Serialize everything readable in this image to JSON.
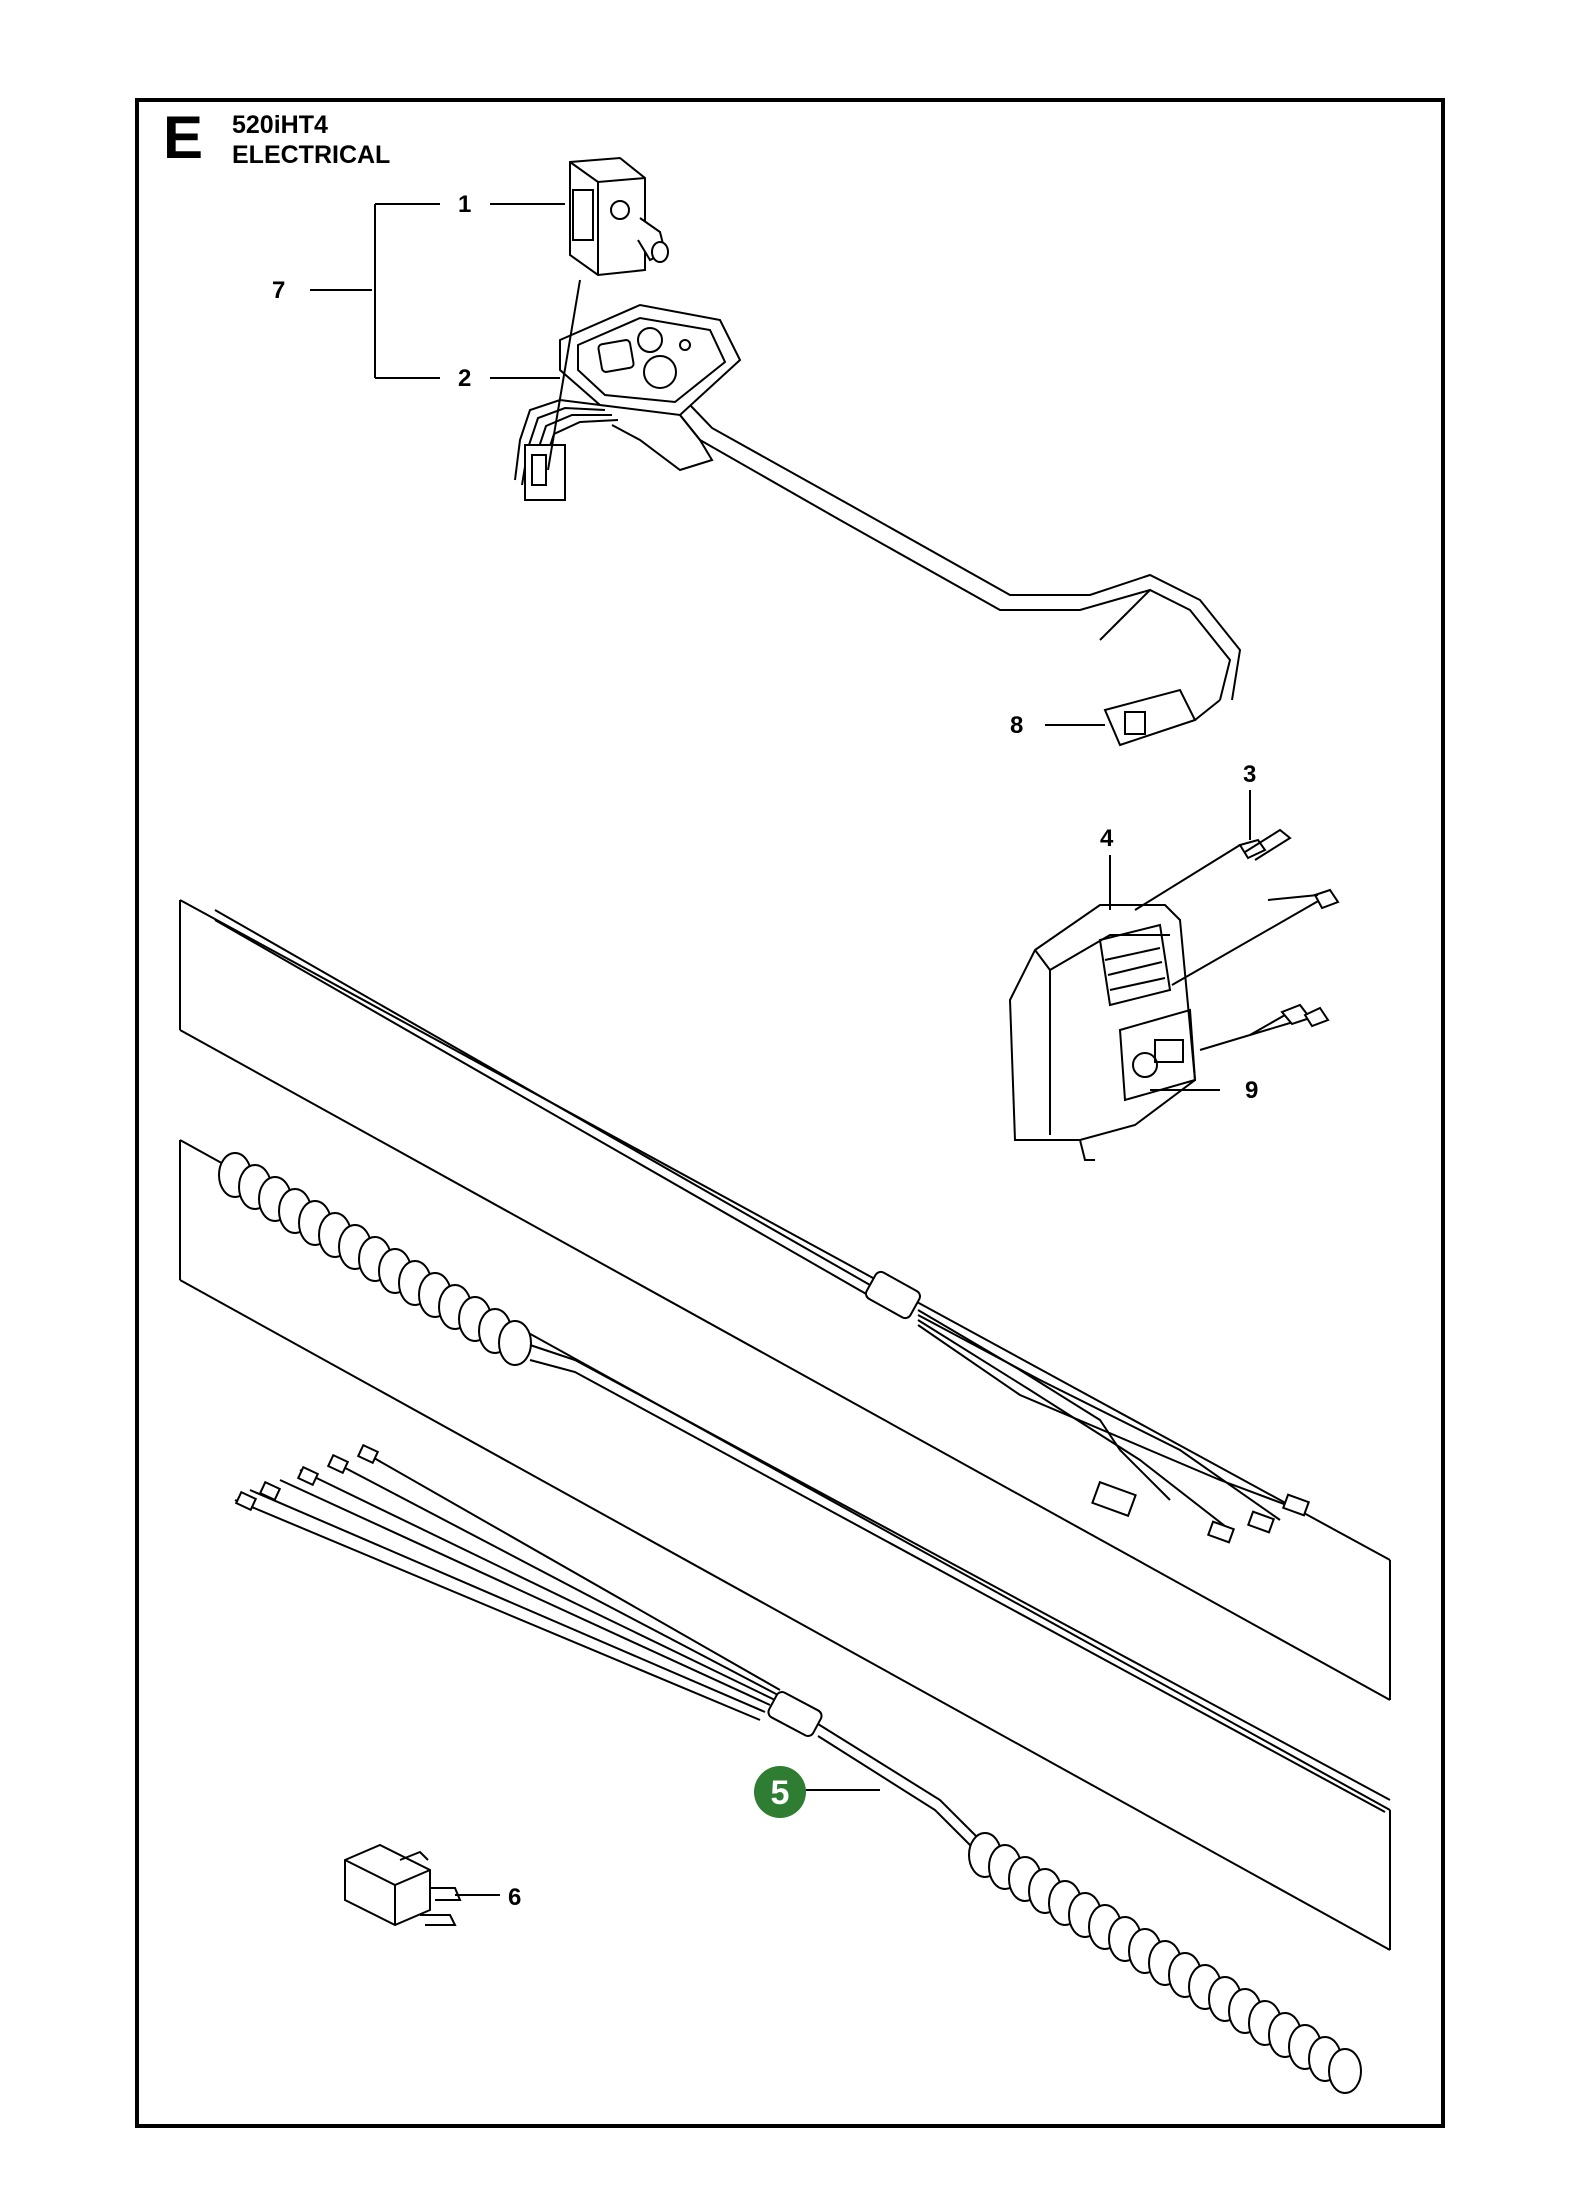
{
  "header": {
    "section_letter": "E",
    "model": "520iHT4",
    "title": "ELECTRICAL"
  },
  "callouts": {
    "c1": "1",
    "c2": "2",
    "c3": "3",
    "c4": "4",
    "c5": "5",
    "c6": "6",
    "c7": "7",
    "c8": "8",
    "c9": "9"
  },
  "colors": {
    "highlight_badge": "#2e7d32",
    "line": "#000000"
  }
}
